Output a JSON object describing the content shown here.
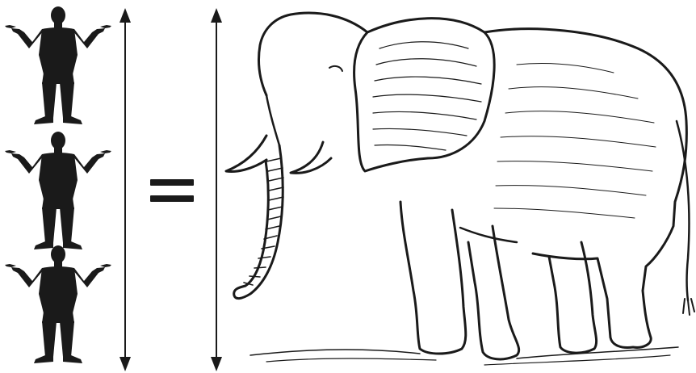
{
  "figure": {
    "person_icon": "person-shrugging-silhouette-icon",
    "person_count": 3,
    "equals_symbol": "equals-sign-icon",
    "animal_icon": "elephant-line-drawing",
    "arrow_icon": "double-headed-vertical-arrow",
    "colors": {
      "ink": "#1a1a1a",
      "background": "#ffffff"
    }
  }
}
